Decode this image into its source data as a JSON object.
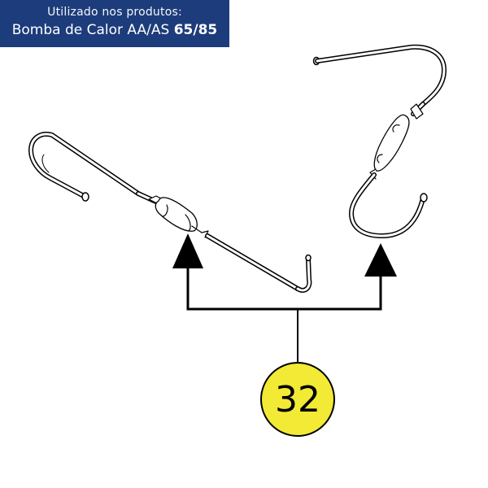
{
  "banner": {
    "used_in_label": "Utilizado nos produtos:",
    "product_name": "Bomba de Calor AA/AS",
    "product_models": "65/85",
    "background_color": "#1d3c7b",
    "text_color": "#ffffff"
  },
  "callout": {
    "part_number": "32",
    "fill_color": "#f2ea34",
    "stroke_color": "#000000"
  },
  "arrows": {
    "count": 2,
    "color": "#000000"
  }
}
